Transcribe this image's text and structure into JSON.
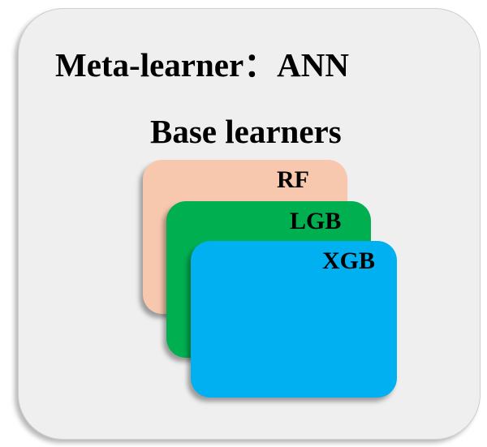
{
  "meta_learner": {
    "label": "Meta-learner：ANN"
  },
  "base_learners": {
    "title": "Base learners",
    "items": [
      {
        "label": "RF",
        "color": "#f7c7ae"
      },
      {
        "label": "LGB",
        "color": "#00b050"
      },
      {
        "label": "XGB",
        "color": "#00b0f0"
      }
    ]
  },
  "colors": {
    "panel_background": "#efefef",
    "text": "#000000"
  }
}
